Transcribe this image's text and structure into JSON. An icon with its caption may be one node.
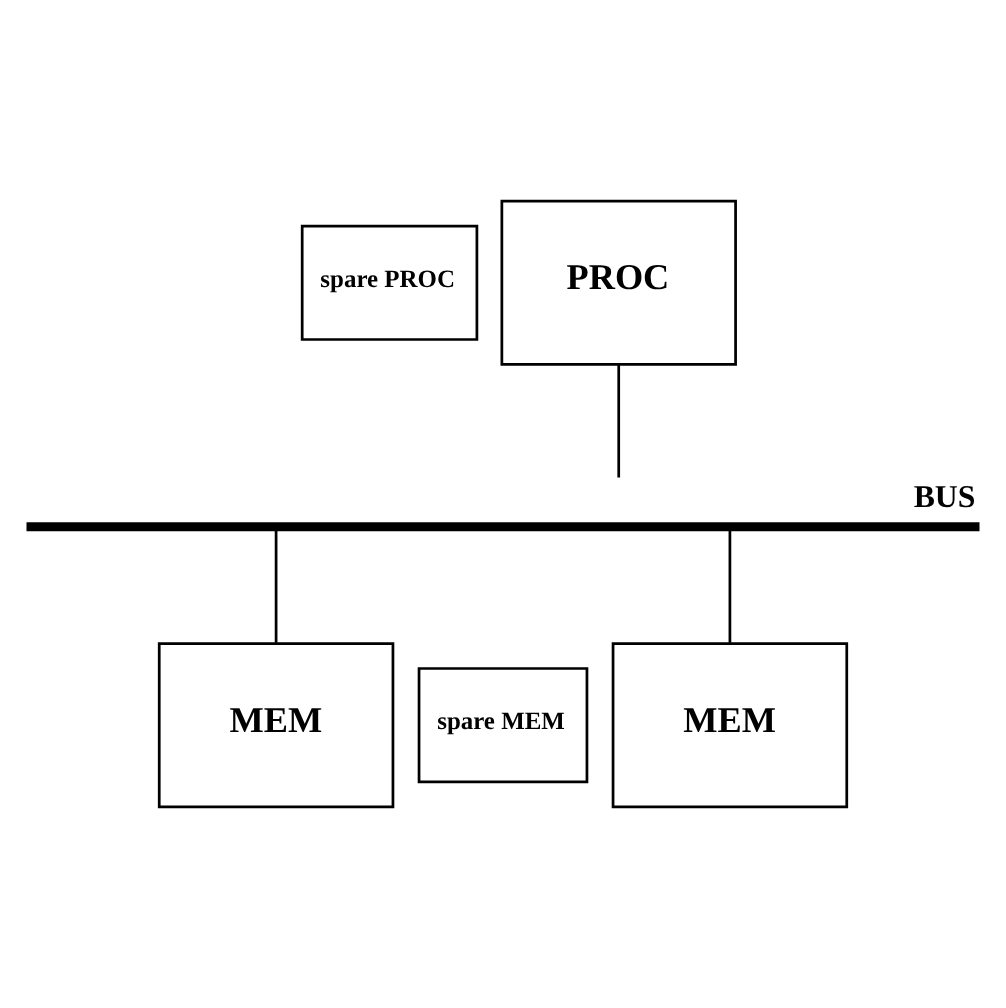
{
  "diagram": {
    "nodes": [
      {
        "text": [
          "spare PROC"
        ]
      },
      {
        "text": [
          "PROC"
        ]
      },
      {
        "text": [
          "BUS"
        ]
      },
      {
        "text": [
          "MEM"
        ]
      },
      {
        "text": [
          "spare MEM"
        ]
      },
      {
        "text": [
          "MEM"
        ]
      }
    ],
    "edges": [
      {
        "from": 1,
        "to": 2,
        "arrow": "none"
      },
      {
        "from": 2,
        "to": 3,
        "arrow": "none"
      },
      {
        "from": 2,
        "to": 5,
        "arrow": "none"
      }
    ]
  }
}
